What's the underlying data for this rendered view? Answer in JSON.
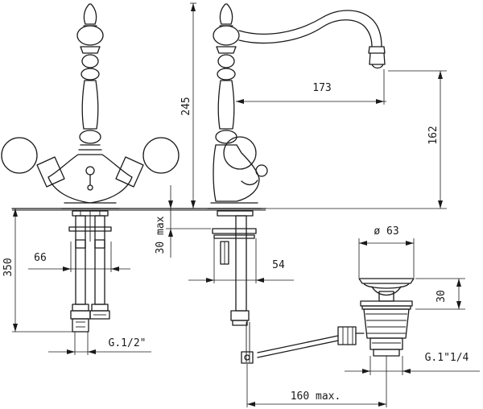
{
  "dimensions": {
    "d245": "245",
    "d173": "173",
    "d162": "162",
    "d30max": "30 max",
    "d350": "350",
    "d66": "66",
    "d54": "54",
    "d63": "ø 63",
    "d30": "30",
    "g12": "G.1/2\"",
    "g114": "G.1\"1/4",
    "d160": "160 max."
  }
}
